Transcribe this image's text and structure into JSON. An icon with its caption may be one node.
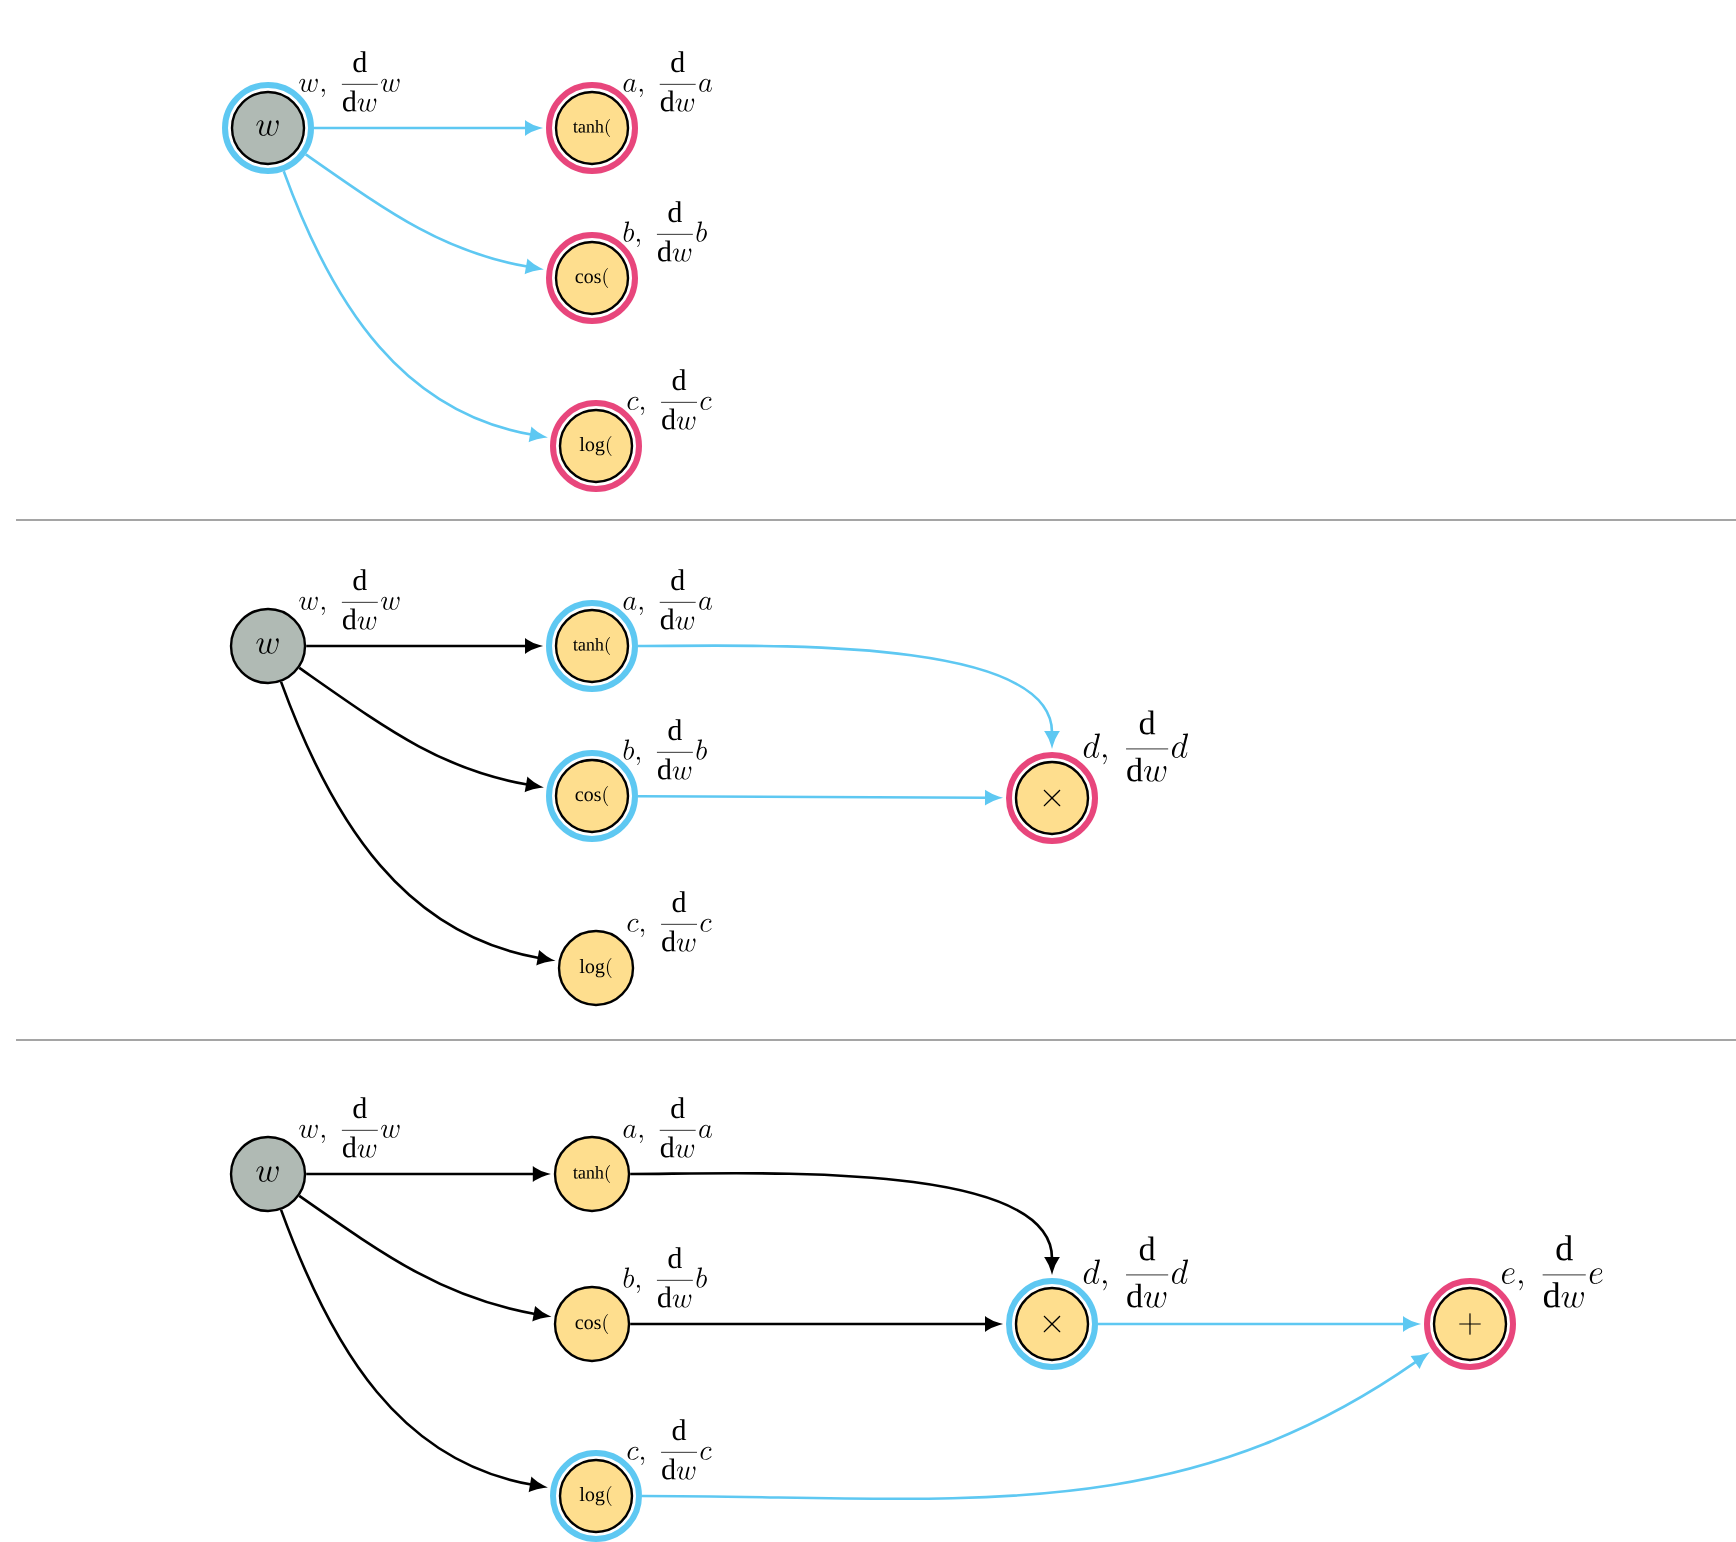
{
  "diagram": {
    "nodes": [
      {
        "text": [
          "w"
        ],
        "beside": [
          "w,\\ \\frac{\\mathrm{d}}{\\mathrm{d}w}w"
        ]
      },
      {
        "text": [
          "\\tanh("
        ],
        "beside": [
          "a,\\ \\frac{\\mathrm{d}}{\\mathrm{d}w}a"
        ]
      },
      {
        "text": [
          "\\cos("
        ],
        "beside": [
          "b,\\ \\frac{\\mathrm{d}}{\\mathrm{d}w}b"
        ]
      },
      {
        "text": [
          "\\log("
        ],
        "beside": [
          "c,\\ \\frac{\\mathrm{d}}{\\mathrm{d}w}c"
        ]
      },
      {
        "text": [
          "w"
        ],
        "beside": [
          "w,\\ \\frac{\\mathrm{d}}{\\mathrm{d}w}w"
        ]
      },
      {
        "text": [
          "\\tanh("
        ],
        "beside": [
          "a,\\ \\frac{\\mathrm{d}}{\\mathrm{d}w}a"
        ]
      },
      {
        "text": [
          "\\cos("
        ],
        "beside": [
          "b,\\ \\frac{\\mathrm{d}}{\\mathrm{d}w}b"
        ]
      },
      {
        "text": [
          "\\log("
        ],
        "beside": [
          "c,\\ \\frac{\\mathrm{d}}{\\mathrm{d}w}c"
        ]
      },
      {
        "text": [
          "\\times"
        ],
        "beside": [
          "d,\\ \\frac{\\mathrm{d}}{\\mathrm{d}w}d"
        ]
      },
      {
        "text": [
          "w"
        ],
        "beside": [
          "w,\\ \\frac{\\mathrm{d}}{\\mathrm{d}w}w"
        ]
      },
      {
        "text": [
          "\\tanh("
        ],
        "beside": [
          "a,\\ \\frac{\\mathrm{d}}{\\mathrm{d}w}a"
        ]
      },
      {
        "text": [
          "\\cos("
        ],
        "beside": [
          "b,\\ \\frac{\\mathrm{d}}{\\mathrm{d}w}b"
        ]
      },
      {
        "text": [
          "\\log("
        ],
        "beside": [
          "c,\\ \\frac{\\mathrm{d}}{\\mathrm{d}w}c"
        ]
      },
      {
        "text": [
          "\\times"
        ],
        "beside": [
          "d,\\ \\frac{\\mathrm{d}}{\\mathrm{d}w}d"
        ]
      },
      {
        "text": [
          "+"
        ],
        "beside": [
          "e,\\ \\frac{\\mathrm{d}}{\\mathrm{d}w}e"
        ]
      }
    ],
    "edges": [
      {
        "from": 0,
        "to": 1,
        "arrow": "to",
        "color": "#5ec8f2"
      },
      {
        "from": 0,
        "to": 2,
        "arrow": "to",
        "color": "#5ec8f2"
      },
      {
        "from": 0,
        "to": 3,
        "arrow": "to",
        "color": "#5ec8f2"
      },
      {
        "from": 4,
        "to": 5,
        "arrow": "to"
      },
      {
        "from": 4,
        "to": 6,
        "arrow": "to"
      },
      {
        "from": 4,
        "to": 7,
        "arrow": "to"
      },
      {
        "from": 5,
        "to": 8,
        "arrow": "to",
        "color": "#5ec8f2"
      },
      {
        "from": 6,
        "to": 8,
        "arrow": "to",
        "color": "#5ec8f2"
      },
      {
        "from": 9,
        "to": 10,
        "arrow": "to"
      },
      {
        "from": 9,
        "to": 11,
        "arrow": "to"
      },
      {
        "from": 9,
        "to": 12,
        "arrow": "to"
      },
      {
        "from": 10,
        "to": 13,
        "arrow": "to"
      },
      {
        "from": 11,
        "to": 13,
        "arrow": "to"
      },
      {
        "from": 13,
        "to": 14,
        "arrow": "to",
        "color": "#5ec8f2"
      },
      {
        "from": 12,
        "to": 14,
        "arrow": "to",
        "color": "#5ec8f2"
      }
    ]
  }
}
